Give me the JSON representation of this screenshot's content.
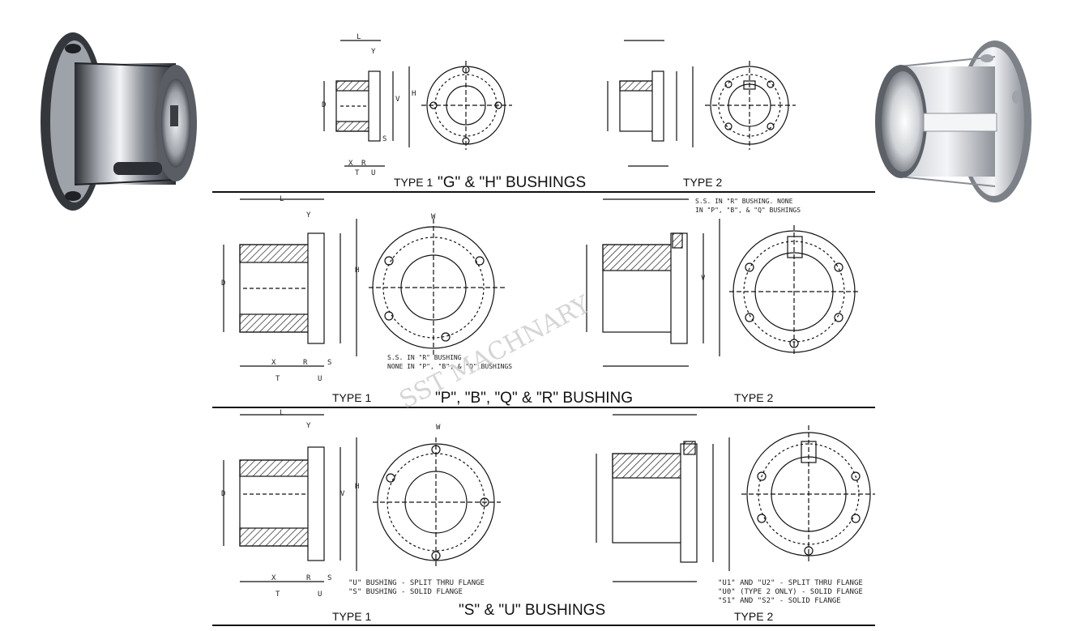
{
  "sections": [
    {
      "title": "\"G\" & \"H\" BUSHINGS",
      "type1": "TYPE 1",
      "type2": "TYPE 2",
      "dims_side": [
        "L",
        "Y",
        "D",
        "V",
        "H",
        "S",
        "X",
        "R",
        "T",
        "U"
      ],
      "notes_type1": [],
      "notes_type2": []
    },
    {
      "title": "\"P\", \"B\", \"Q\" & \"R\" BUSHING",
      "type1": "TYPE 1",
      "type2": "TYPE 2",
      "dims_side": [
        "L",
        "Y",
        "D",
        "H",
        "X",
        "R",
        "S",
        "T",
        "U",
        "W",
        "V"
      ],
      "notes_type1": [
        "S.S. IN \"R\" BUSHING",
        "NONE IN \"P\", \"B\", & \"Q\" BUSHINGS"
      ],
      "notes_type2": [
        "S.S. IN \"R\" BUSHING. NONE",
        "IN \"P\", \"B\", & \"Q\" BUSHINGS"
      ]
    },
    {
      "title": "\"S\" & \"U\" BUSHINGS",
      "type1": "TYPE 1",
      "type2": "TYPE 2",
      "dims_side": [
        "L",
        "Y",
        "W",
        "D",
        "V",
        "H",
        "X",
        "R",
        "S",
        "T",
        "U"
      ],
      "notes_type1": [
        "\"U\" BUSHING - SPLIT THRU FLANGE",
        "\"S\" BUSHING - SOLID FLANGE"
      ],
      "notes_type2": [
        "\"U1\" AND \"U2\" - SPLIT THRU FLANGE",
        "\"U0\" (TYPE 2 ONLY) - SOLID FLANGE",
        "\"S1\" AND \"S2\" - SOLID FLANGE"
      ]
    }
  ],
  "watermark": "SST MACHNARY",
  "colors": {
    "ink": "#111111",
    "metal_dark": "#3a3d42",
    "metal_light": "#e8eaee"
  }
}
